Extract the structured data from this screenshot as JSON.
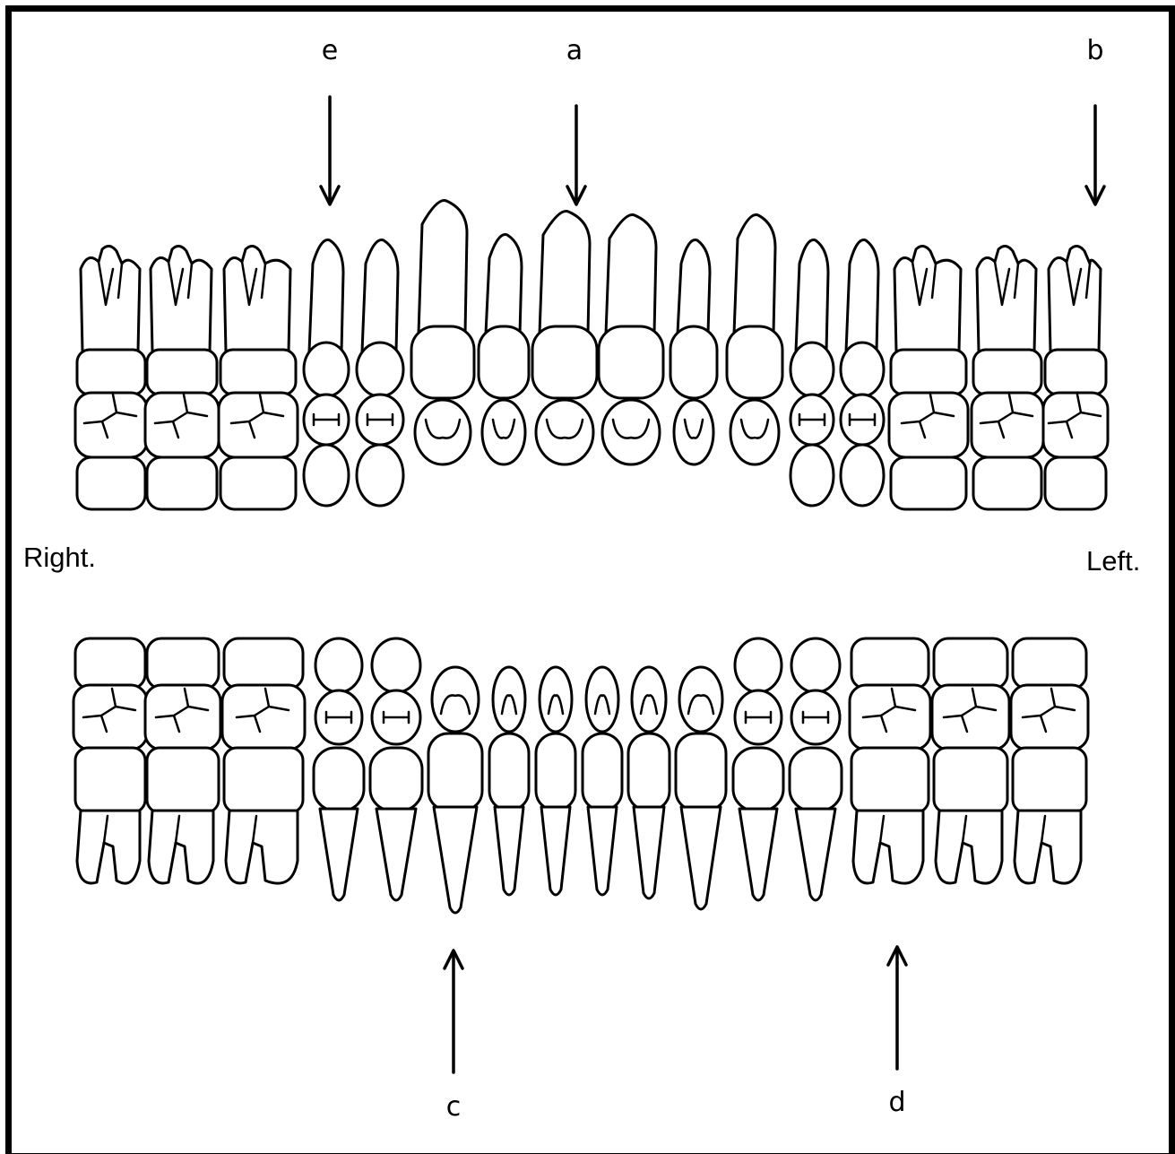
{
  "figure": {
    "markers": [
      {
        "id": "e",
        "label": "e",
        "direction": "down"
      },
      {
        "id": "a",
        "label": "a",
        "direction": "down"
      },
      {
        "id": "b",
        "label": "b",
        "direction": "down"
      },
      {
        "id": "c",
        "label": "c",
        "direction": "up"
      },
      {
        "id": "d",
        "label": "d",
        "direction": "up"
      }
    ],
    "side_left": "Right.",
    "side_right": "Left.",
    "upper_teeth_count": 16,
    "lower_teeth_count": 16,
    "colors": {
      "line": "#000000",
      "background": "#ffffff"
    }
  }
}
